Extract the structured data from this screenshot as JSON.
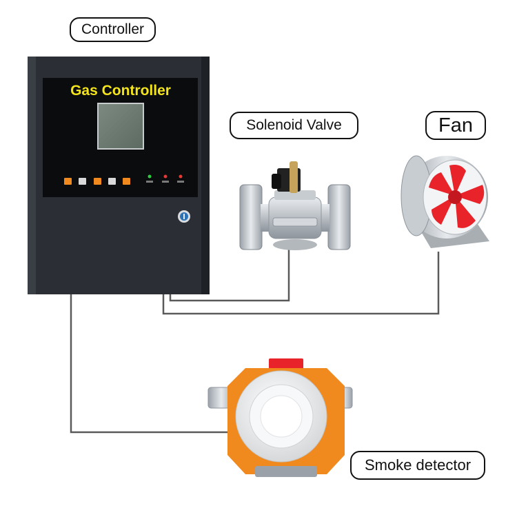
{
  "labels": {
    "controller": "Controller",
    "solenoid_valve": "Solenoid Valve",
    "fan": "Fan",
    "smoke_detector": "Smoke detector"
  },
  "controller_panel": {
    "title": "Gas Controller",
    "title_color": "#f3e41c",
    "body_color": "#2b2f35",
    "key_button_colors": [
      "#f08a1e",
      "#d9d9d9",
      "#f08a1e",
      "#d9d9d9",
      "#f08a1e"
    ],
    "indicator_colors": [
      "#2ecc40",
      "#e53935",
      "#e53935"
    ]
  },
  "devices": {
    "fan_blade_color": "#e8232a",
    "detector_housing_color": "#f08a1e",
    "detector_alarm_color": "#e8232a"
  },
  "wire_color": "#5a5a5a"
}
